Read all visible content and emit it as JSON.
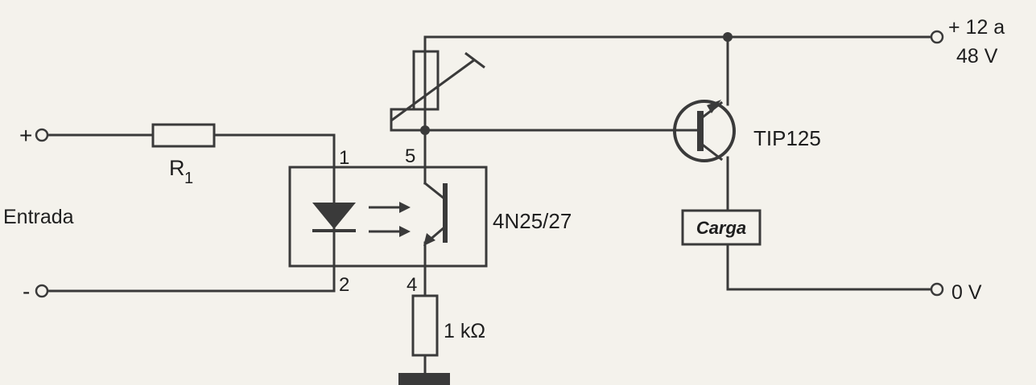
{
  "labels": {
    "input_plus": "+",
    "input_minus": "-",
    "input_caption": "Entrada",
    "resistor_r1_main": "R",
    "resistor_r1_sub": "1",
    "pin_1": "1",
    "pin_2": "2",
    "pin_4": "4",
    "pin_5": "5",
    "optocoupler_part": "4N25/27",
    "transistor_part": "TIP125",
    "load": "Carga",
    "supply_line1": "+ 12 a",
    "supply_line2": "48 V",
    "ground_terminal": "0 V",
    "emitter_resistor": "1 kΩ"
  },
  "colors": {
    "ink": "#3a3a3a",
    "paper": "#f4f2ec",
    "text": "#1e1e1e"
  }
}
